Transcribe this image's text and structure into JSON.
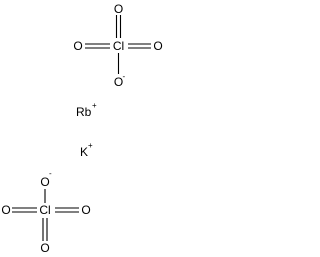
{
  "molecule": {
    "perchlorate_top": {
      "central": "Cl",
      "oxygens": {
        "top": "O",
        "left": "O",
        "right": "O",
        "bottom": "O"
      },
      "charge_on_bottom_oxygen": "-"
    },
    "perchlorate_bottom": {
      "central": "Cl",
      "oxygens": {
        "top": "O",
        "left": "O",
        "right": "O",
        "bottom": "O"
      },
      "charge_on_top_oxygen": "-"
    },
    "cations": [
      {
        "symbol": "Rb",
        "charge": "+"
      },
      {
        "symbol": "K",
        "charge": "+"
      }
    ],
    "colors": {
      "ink": "#000000",
      "background": "#ffffff"
    }
  }
}
